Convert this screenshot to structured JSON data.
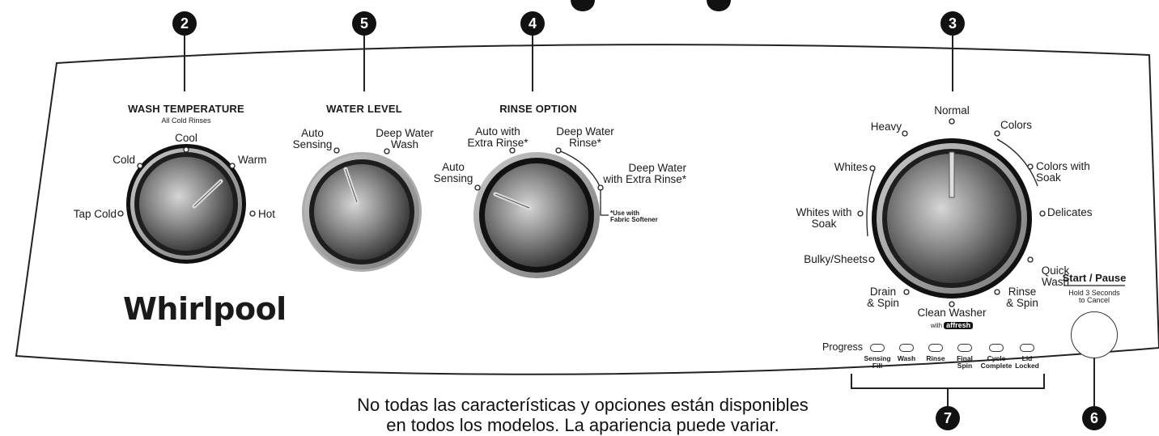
{
  "callouts": {
    "wash_temperature": "2",
    "water_level": "5",
    "rinse_option": "4",
    "cycle_selector": "3",
    "progress": "7",
    "start_pause": "6"
  },
  "wash_temperature": {
    "title": "WASH TEMPERATURE",
    "subtitle": "All Cold Rinses",
    "options": {
      "tap_cold": "Tap Cold",
      "cold": "Cold",
      "cool": "Cool",
      "warm": "Warm",
      "hot": "Hot"
    },
    "selected": "Warm"
  },
  "water_level": {
    "title": "WATER LEVEL",
    "options": {
      "auto_sensing": "Auto\nSensing",
      "deep_water_wash": "Deep Water\nWash"
    }
  },
  "rinse_option": {
    "title": "RINSE OPTION",
    "options": {
      "auto_sensing": "Auto\nSensing",
      "auto_extra_rinse": "Auto with\nExtra Rinse*",
      "deep_water_rinse": "Deep Water\nRinse*",
      "deep_water_extra_rinse": "Deep Water\nwith Extra Rinse*"
    },
    "footnote": "*Use with\nFabric Softener"
  },
  "cycles": {
    "normal": "Normal",
    "heavy": "Heavy",
    "colors": "Colors",
    "whites": "Whites",
    "colors_with_soak": "Colors with\nSoak",
    "whites_with_soak": "Whites with\nSoak",
    "delicates": "Delicates",
    "quick_wash": "Quick\nWash",
    "bulky_sheets": "Bulky/Sheets",
    "drain_spin": "Drain\n& Spin",
    "rinse_spin": "Rinse\n& Spin",
    "clean_washer": "Clean Washer",
    "clean_washer_with": "with",
    "affresh": "affresh",
    "selected": "Normal"
  },
  "progress": {
    "label": "Progress",
    "stages": [
      "Sensing\nFill",
      "Wash",
      "Rinse",
      "Final\nSpin",
      "Cycle\nComplete",
      "Lid\nLocked"
    ]
  },
  "start_pause": {
    "label": "Start / Pause",
    "hint": "Hold 3 Seconds\nto Cancel"
  },
  "brand": "Whirlpool",
  "footer_text": "No todas las características y opciones están disponibles\nen todos los modelos. La apariencia puede variar.",
  "colors": {
    "callout_bg": "#111111",
    "knob_dark": "#1c1c1c",
    "knob_ring": "#9a9a9a"
  }
}
